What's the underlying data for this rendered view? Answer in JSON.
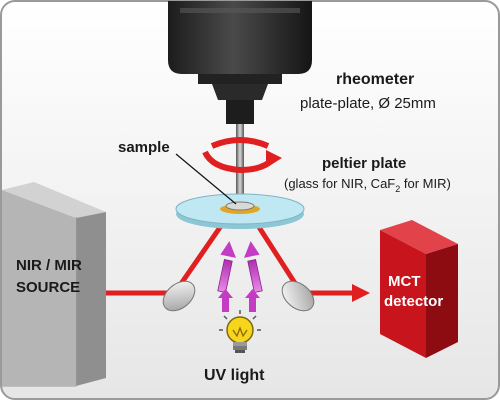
{
  "labels": {
    "rheometer_title": "rheometer",
    "rheometer_spec": "plate-plate, Ø 25mm",
    "sample": "sample",
    "peltier_title": "peltier plate",
    "peltier_spec_a": "(glass for NIR, CaF",
    "peltier_spec_sub": "2",
    "peltier_spec_b": " for MIR)",
    "source_line1": "NIR / MIR",
    "source_line2": "SOURCE",
    "detector_line1": "MCT",
    "detector_line2": "detector",
    "uv_label": "UV light"
  },
  "colors": {
    "beam": "#e02020",
    "uv_arrow": "#c43bc4",
    "detector": "#c8141c",
    "source_block": "#a9a9a9",
    "peltier_plate": "#bfe8f2",
    "rheometer_head": "#2e2e2e",
    "bulb": "#f7d51d"
  },
  "icons": {
    "rotation": "rotation-arrow-icon",
    "bulb": "lightbulb-icon"
  }
}
